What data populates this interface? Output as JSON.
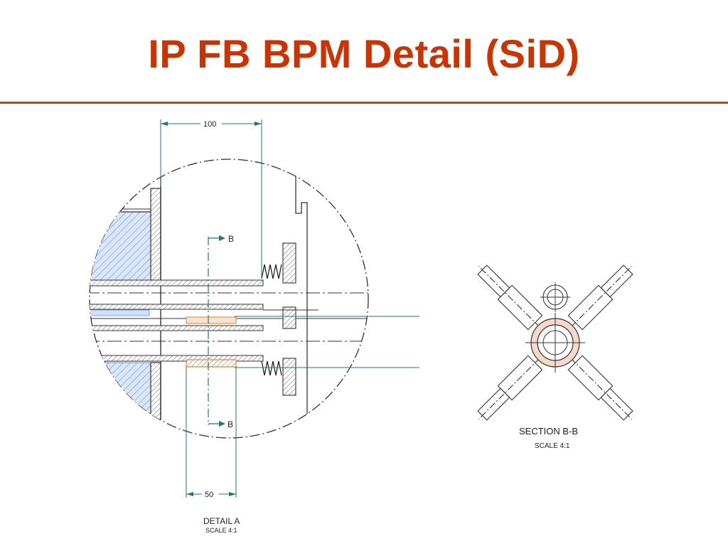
{
  "slide": {
    "title": "IP FB BPM Detail (SiD)",
    "accent_color": "#cc3300",
    "rule_color": "#c8421c"
  },
  "detail_a": {
    "dim_top": "100",
    "dim_bottom": "50",
    "section_mark_top": "B",
    "section_mark_bottom": "B",
    "caption": "DETAIL A",
    "scale": "SCALE 4:1"
  },
  "section_bb": {
    "caption": "SECTION B-B",
    "scale": "SCALE 4:1"
  },
  "colors": {
    "dimension_line": "#1f7a6e",
    "hatch_blue": "#6b93d6",
    "fill_blue": "#cfe0f7",
    "highlight_orange": "#f0904a",
    "ring_fill": "#f8d9c8",
    "line_dark": "#222222"
  }
}
